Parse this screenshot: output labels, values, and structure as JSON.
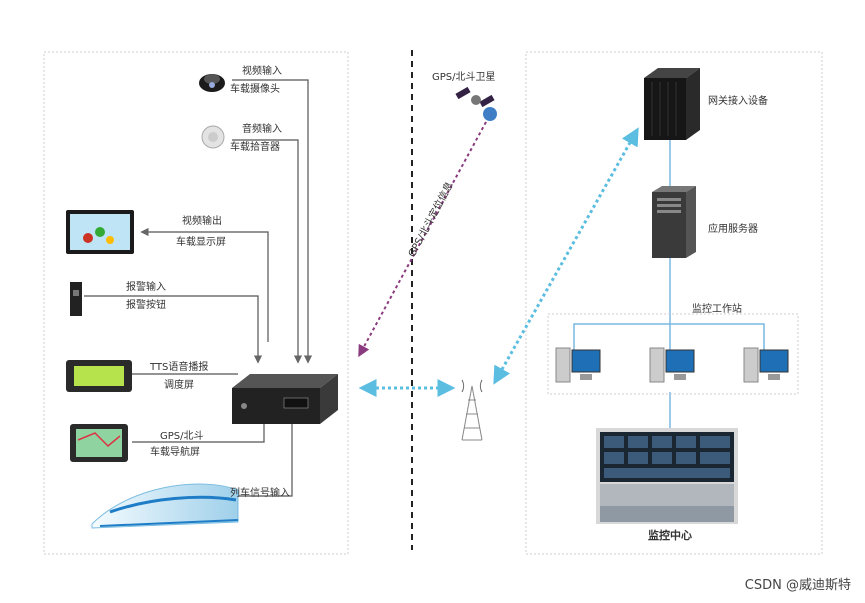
{
  "labels": {
    "video_in": "视频输入",
    "vehicle_camera": "车载摄像头",
    "audio_in": "音频输入",
    "vehicle_mic": "车载拾音器",
    "video_out": "视频输出",
    "vehicle_display": "车载显示屏",
    "alarm_in": "报警输入",
    "alarm_button": "报警按钮",
    "tts": "TTS语音播报",
    "dispatch_screen": "调度屏",
    "gps_beidou": "GPS/北斗",
    "nav_screen": "车载导航屏",
    "train_signal": "列车信号输入",
    "satellite": "GPS/北斗卫星",
    "positioning_info": "GPS/北斗定位信息",
    "gateway": "网关接入设备",
    "app_server": "应用服务器",
    "monitor_station": "监控工作站",
    "monitor_center": "监控中心"
  },
  "watermark": "CSDN @威迪斯特"
}
